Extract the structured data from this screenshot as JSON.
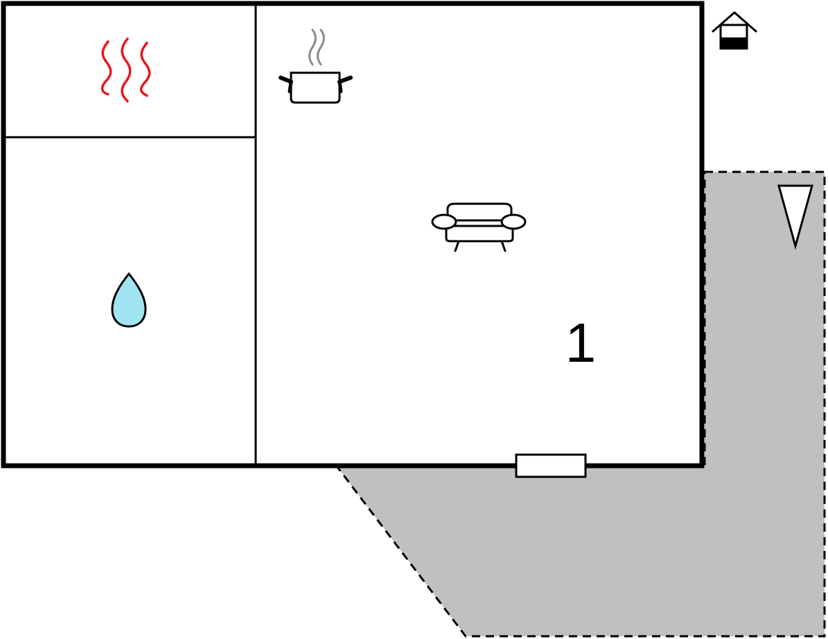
{
  "plan": {
    "level_label": "1",
    "rooms": [
      {
        "id": "sauna",
        "icon": "heat-waves-icon"
      },
      {
        "id": "bathroom",
        "icon": "water-drop-icon"
      },
      {
        "id": "living-kitchen",
        "icon": "sofa-icon"
      },
      {
        "id": "kitchen-corner",
        "icon": "cooking-pot-icon"
      }
    ],
    "outdoor": {
      "type": "terrace",
      "icon": "compass-north-icon"
    },
    "legend_icon": "house-floor-icon",
    "colors": {
      "wall": "#000000",
      "terrace": "#c0c0c0",
      "heat": "#e8151b",
      "water": "#9fe4f0",
      "steam": "#8a8a8a",
      "background": "#ffffff"
    }
  }
}
